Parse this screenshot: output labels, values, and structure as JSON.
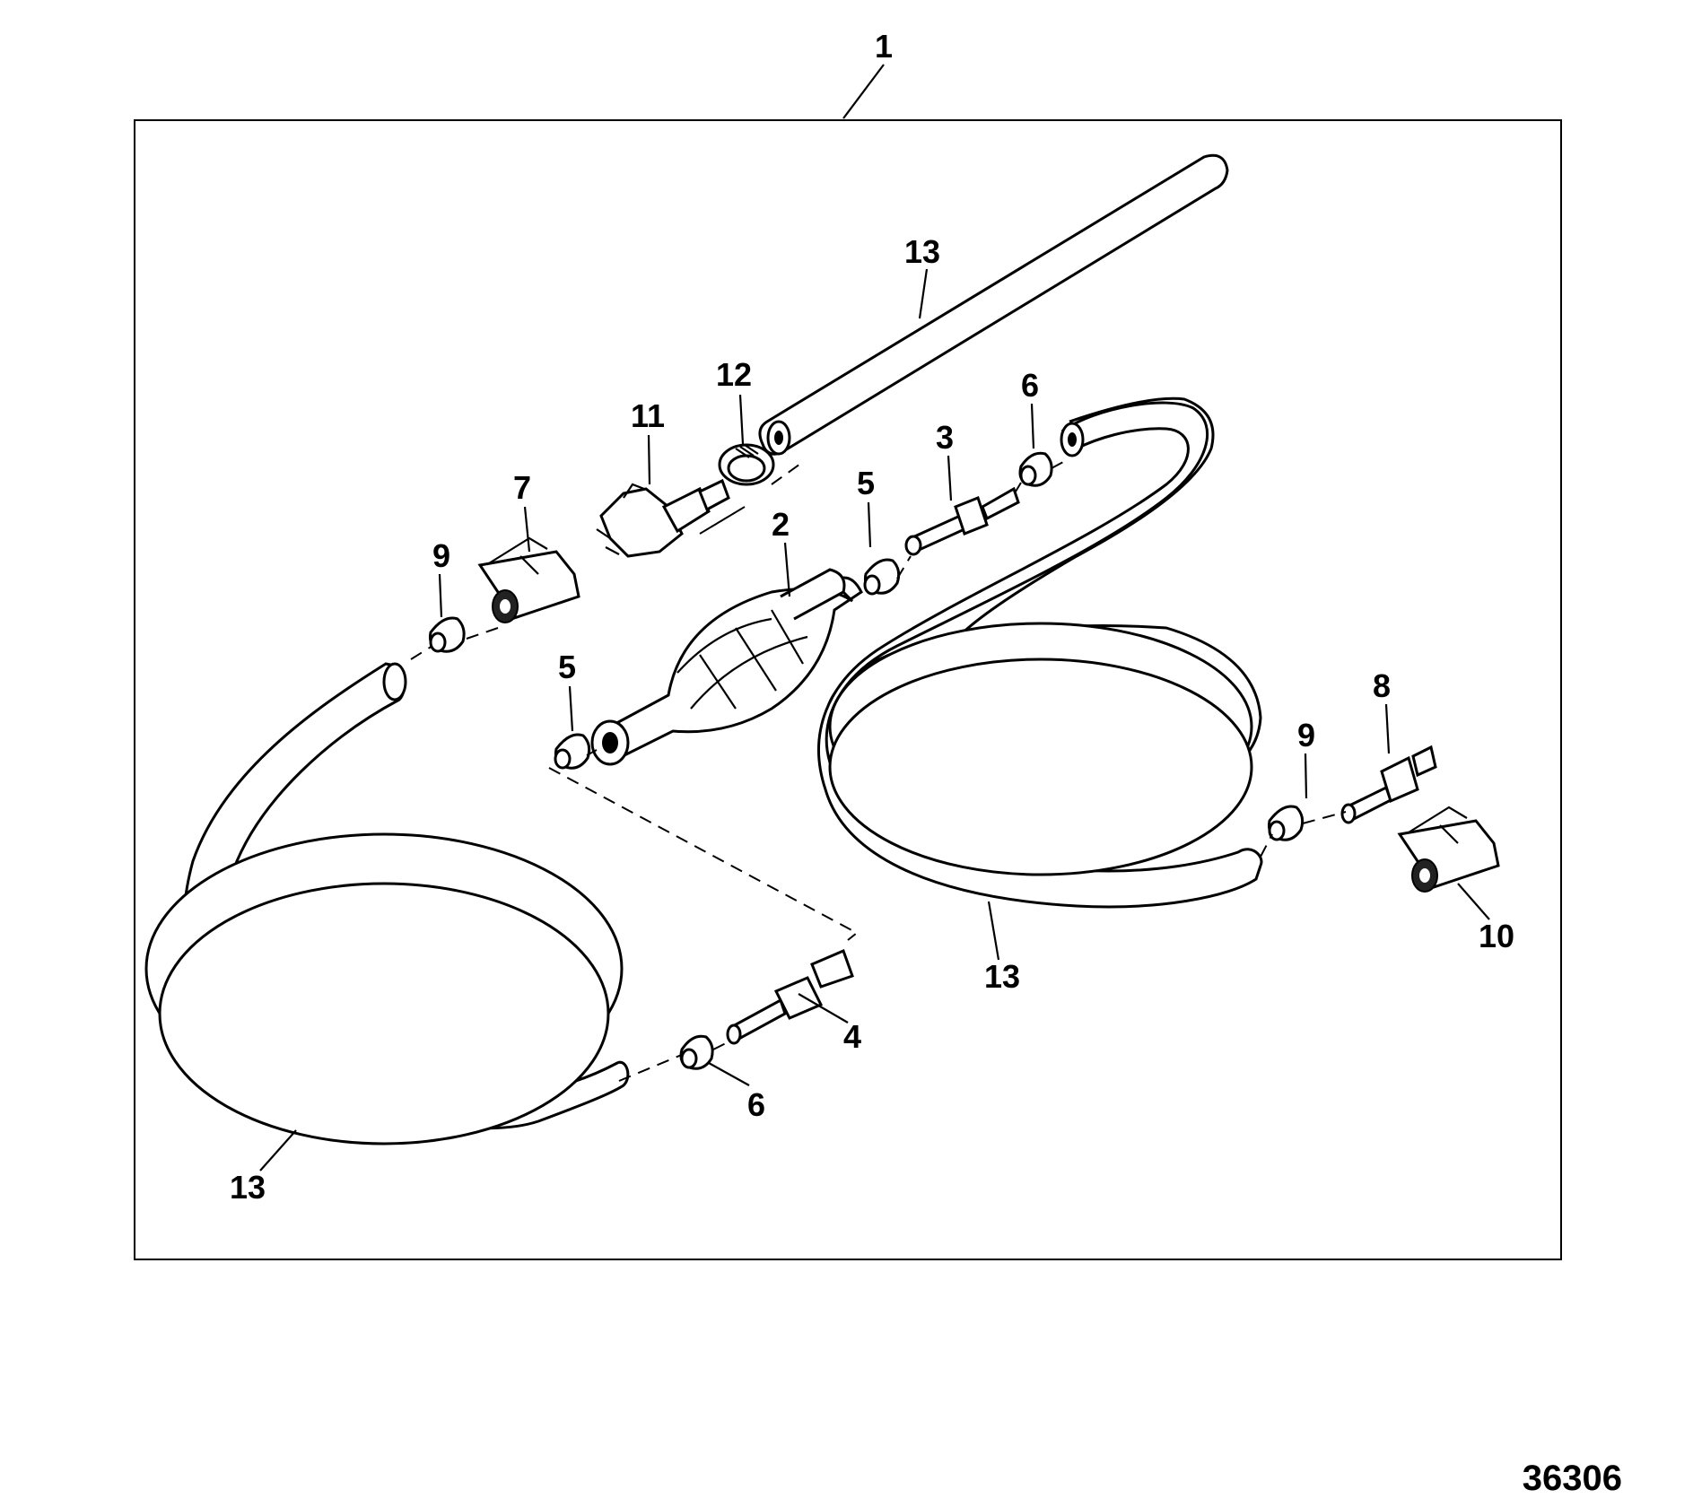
{
  "figure_number": "36306",
  "callouts": {
    "c1": "1",
    "c2": "2",
    "c3": "3",
    "c4": "4",
    "c5a": "5",
    "c5b": "5",
    "c6a": "6",
    "c6b": "6",
    "c7": "7",
    "c8": "8",
    "c9a": "9",
    "c9b": "9",
    "c10": "10",
    "c11": "11",
    "c12": "12",
    "c13a": "13",
    "c13b": "13",
    "c13c": "13"
  }
}
